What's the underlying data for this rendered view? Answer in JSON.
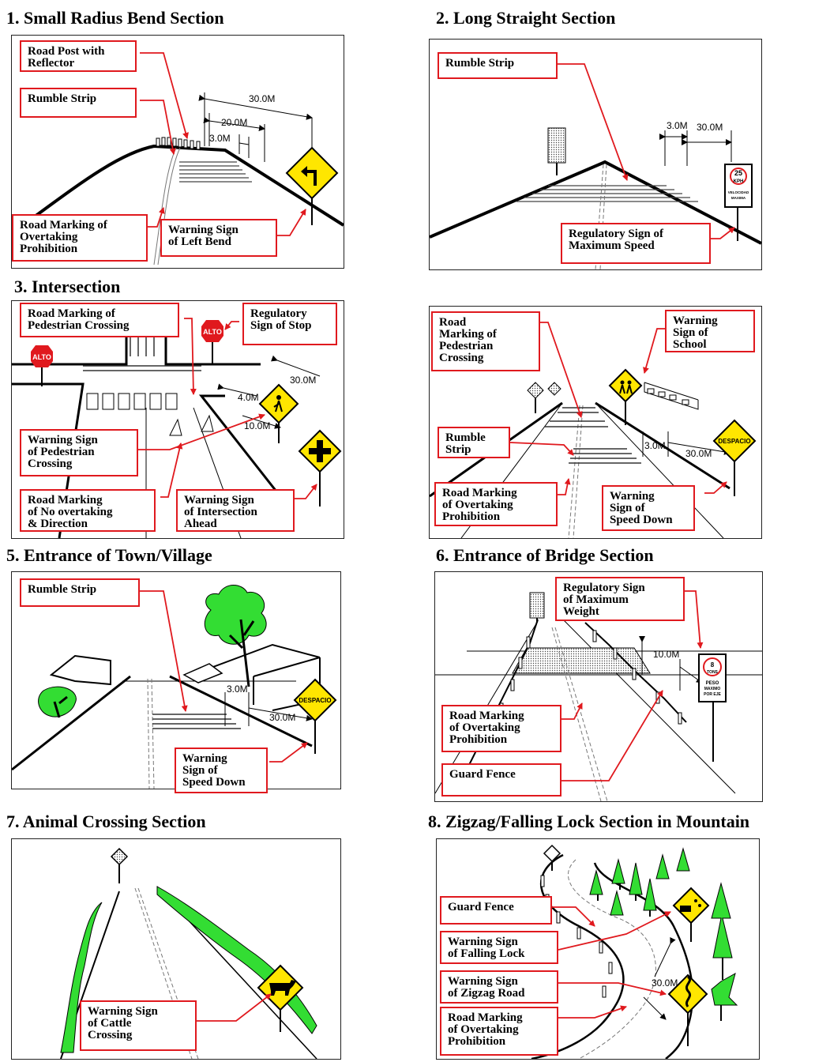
{
  "colors": {
    "label_border": "#e0191e",
    "arrow": "#e0191e",
    "warning_sign": "#ffe600",
    "tree": "#33dd33",
    "stop_sign": "#e0191e"
  },
  "panels": [
    {
      "title": "1. Small Radius Bend Section",
      "labels": [
        "Road Post with\nReflector",
        "Rumble Strip",
        "Road Marking of\nOvertaking\nProhibition",
        "Warning Sign\nof Left Bend"
      ],
      "dims": [
        "30.0M",
        "20.0M",
        "3.0M"
      ]
    },
    {
      "title": "2. Long Straight Section",
      "labels": [
        "Rumble Strip",
        "Regulatory Sign of\nMaximum Speed"
      ],
      "dims": [
        "3.0M",
        "30.0M"
      ],
      "sign": [
        "25",
        "KPH",
        "VELOCIDAD",
        "MAXIMA"
      ]
    },
    {
      "title": "3. Intersection",
      "labels": [
        "Road Marking of\nPedestrian Crossing",
        "Regulatory\nSign of Stop",
        "Warning Sign\nof Pedestrian\nCrossing",
        "Road Marking\nof No overtaking\n& Direction",
        "Warning Sign\nof Intersection\nAhead"
      ],
      "dims": [
        "30.0M",
        "4.0M",
        "10.0M"
      ],
      "sign": [
        "ALTO"
      ]
    },
    {
      "title": "",
      "labels": [
        "Road\nMarking of\nPedestrian\nCrossing",
        "Warning\nSign of\nSchool",
        "Rumble\nStrip",
        "Road Marking\nof Overtaking\nProhibition",
        "Warning\nSign of\nSpeed Down"
      ],
      "dims": [
        "3.0M",
        "30.0M"
      ],
      "sign": [
        "DESPACIO"
      ]
    },
    {
      "title": "5. Entrance of Town/Village",
      "labels": [
        "Rumble Strip",
        "Warning\nSign of\nSpeed Down"
      ],
      "dims": [
        "3.0M",
        "30.0M"
      ],
      "sign": [
        "DESPACIO"
      ]
    },
    {
      "title": "6. Entrance of Bridge Section",
      "labels": [
        "Regulatory Sign\nof Maximum\nWeight",
        "Road Marking\nof Overtaking\nProhibition",
        "Guard Fence"
      ],
      "dims": [
        "10.0M"
      ],
      "sign": [
        "8",
        "TONS",
        "PESO",
        "MAXIMO",
        "POR EJE"
      ]
    },
    {
      "title": "7. Animal Crossing Section",
      "labels": [
        "Warning Sign\nof Cattle\nCrossing"
      ]
    },
    {
      "title": "8. Zigzag/Falling Lock Section in Mountain",
      "labels": [
        "Guard Fence",
        "Warning Sign\nof Falling Lock",
        "Warning Sign\nof Zigzag Road",
        "Road Marking\nof Overtaking\nProhibition"
      ],
      "dims": [
        "30.0M"
      ]
    }
  ]
}
